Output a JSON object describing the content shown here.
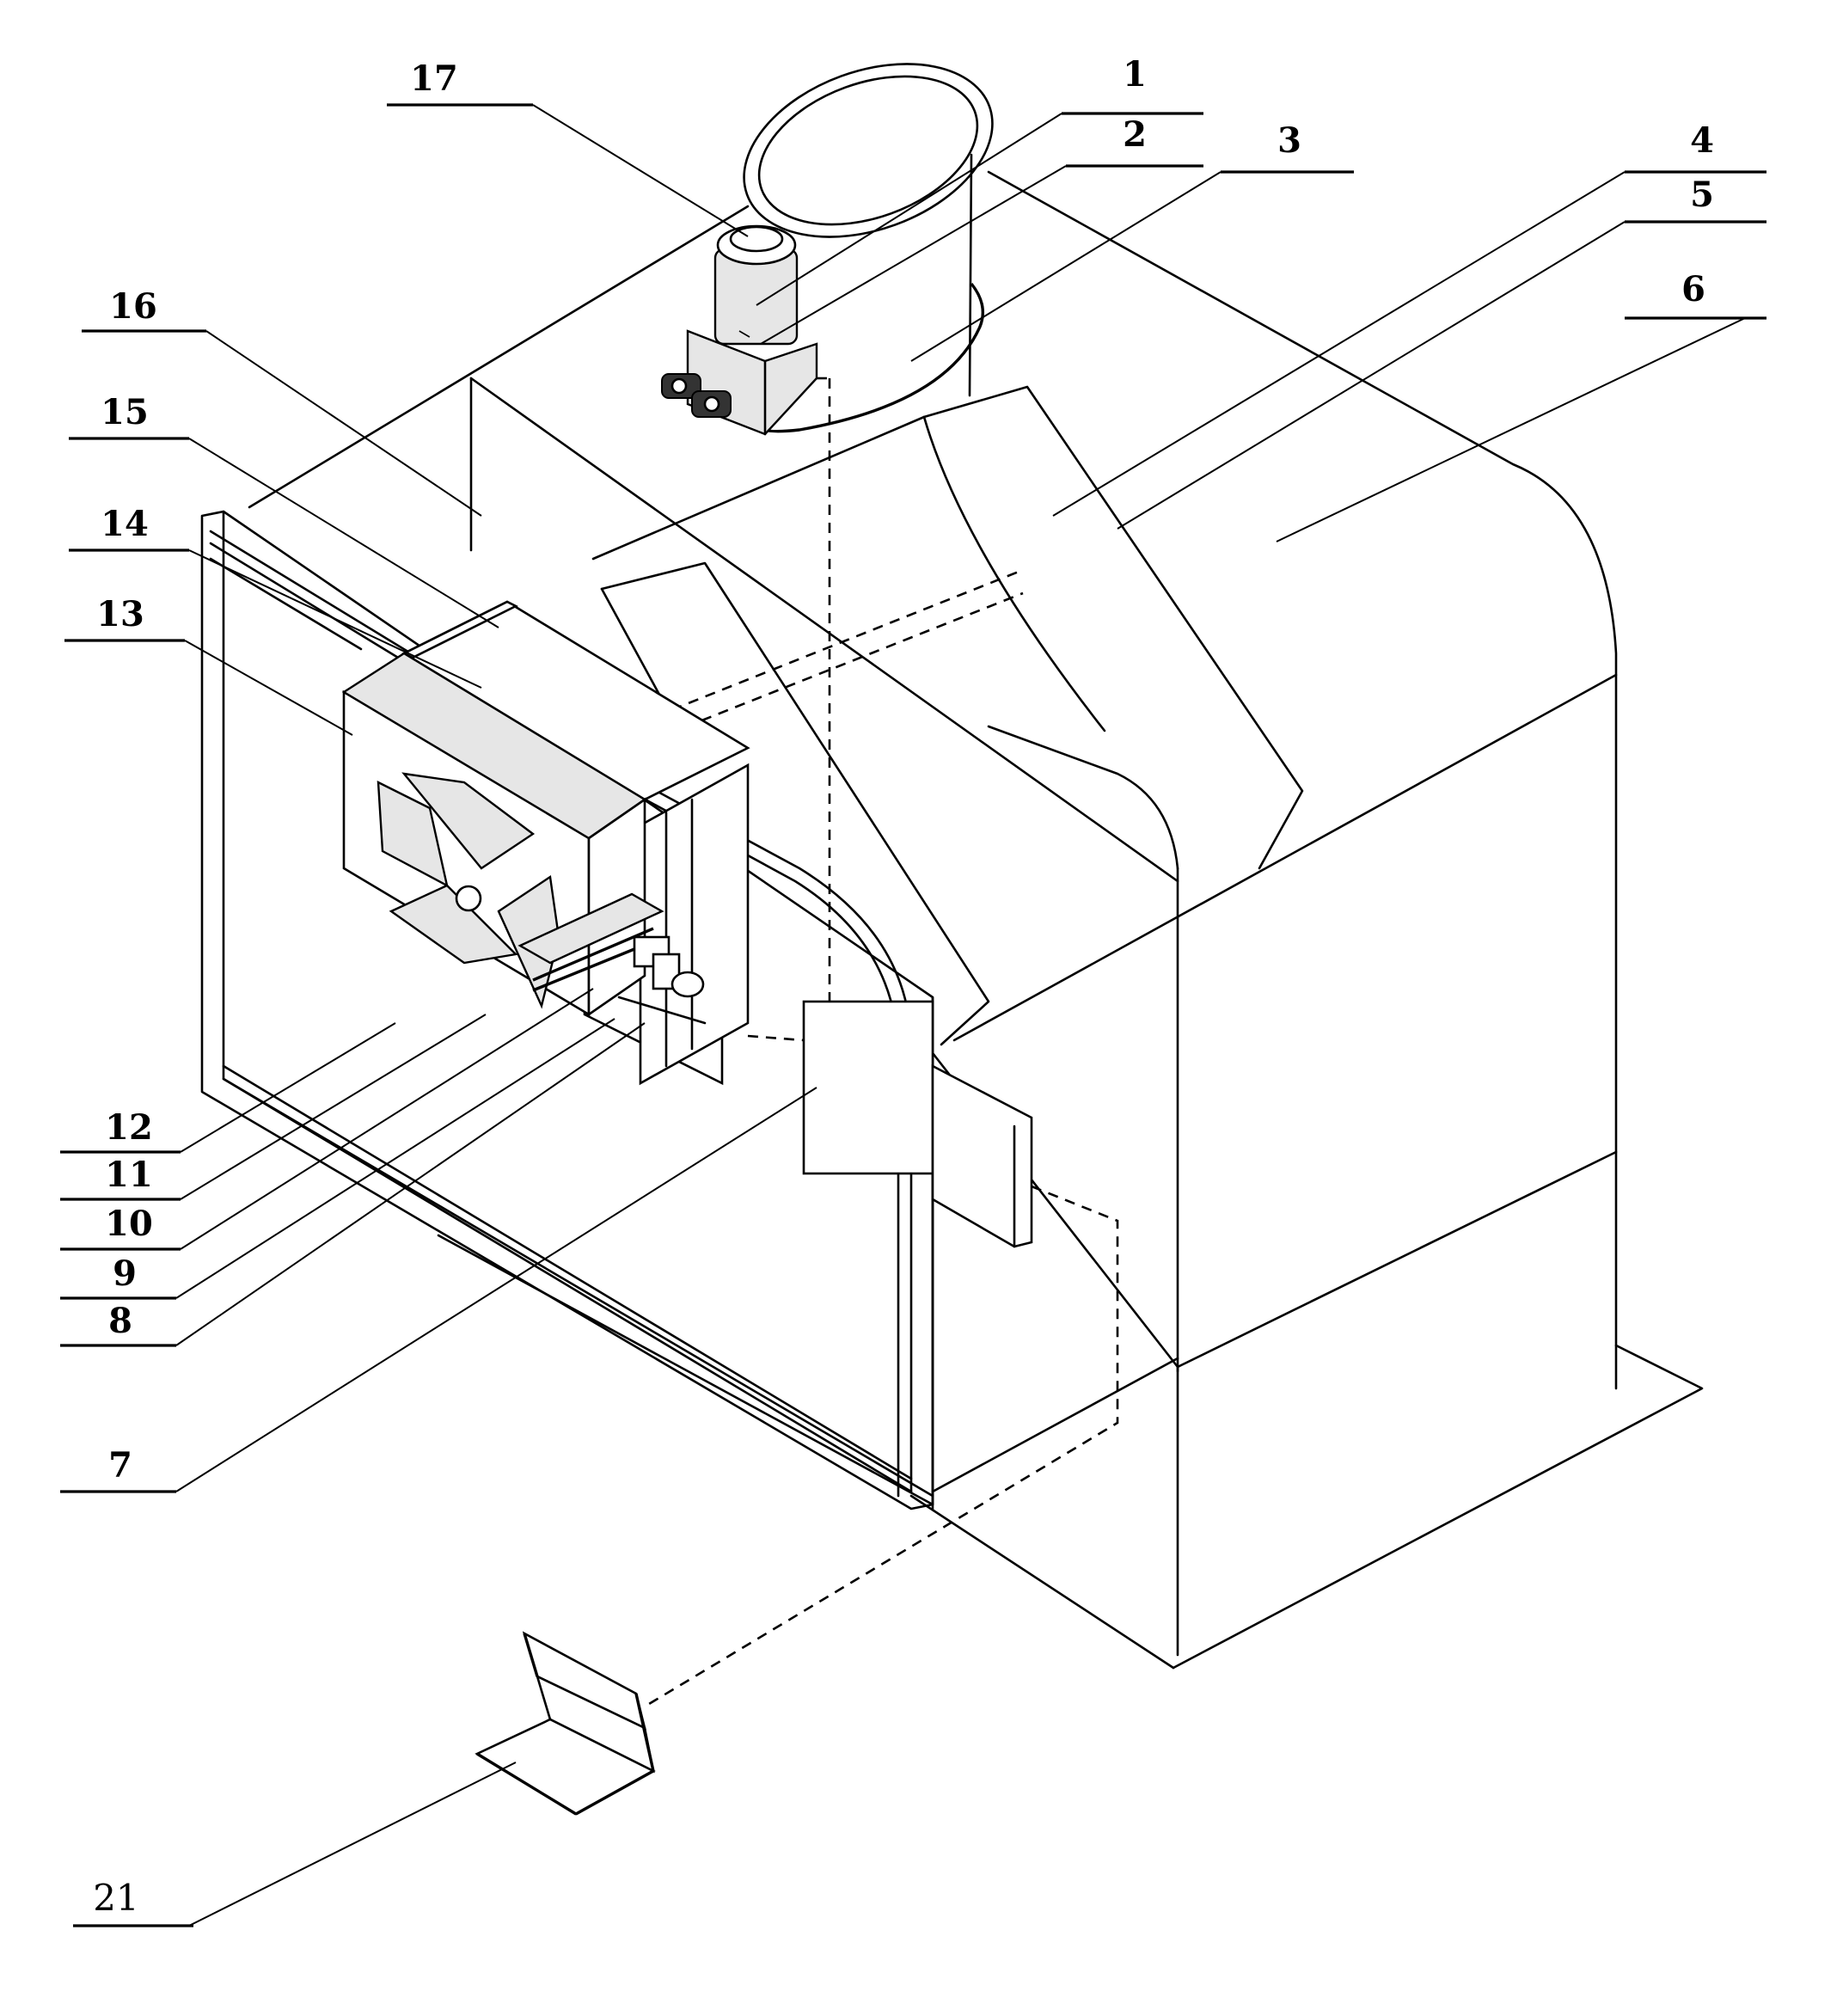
{
  "labels": [
    {
      "id": "1",
      "text": "1"
    },
    {
      "id": "2",
      "text": "2"
    },
    {
      "id": "3",
      "text": "3"
    },
    {
      "id": "4",
      "text": "4"
    },
    {
      "id": "5",
      "text": "5"
    },
    {
      "id": "6",
      "text": "6"
    },
    {
      "id": "7",
      "text": "7"
    },
    {
      "id": "8",
      "text": "8"
    },
    {
      "id": "9",
      "text": "9"
    },
    {
      "id": "10",
      "text": "10"
    },
    {
      "id": "11",
      "text": "11"
    },
    {
      "id": "12",
      "text": "12"
    },
    {
      "id": "13",
      "text": "13"
    },
    {
      "id": "14",
      "text": "14"
    },
    {
      "id": "15",
      "text": "15"
    },
    {
      "id": "16",
      "text": "16"
    },
    {
      "id": "17",
      "text": "17"
    },
    {
      "id": "21",
      "text": "21"
    }
  ]
}
